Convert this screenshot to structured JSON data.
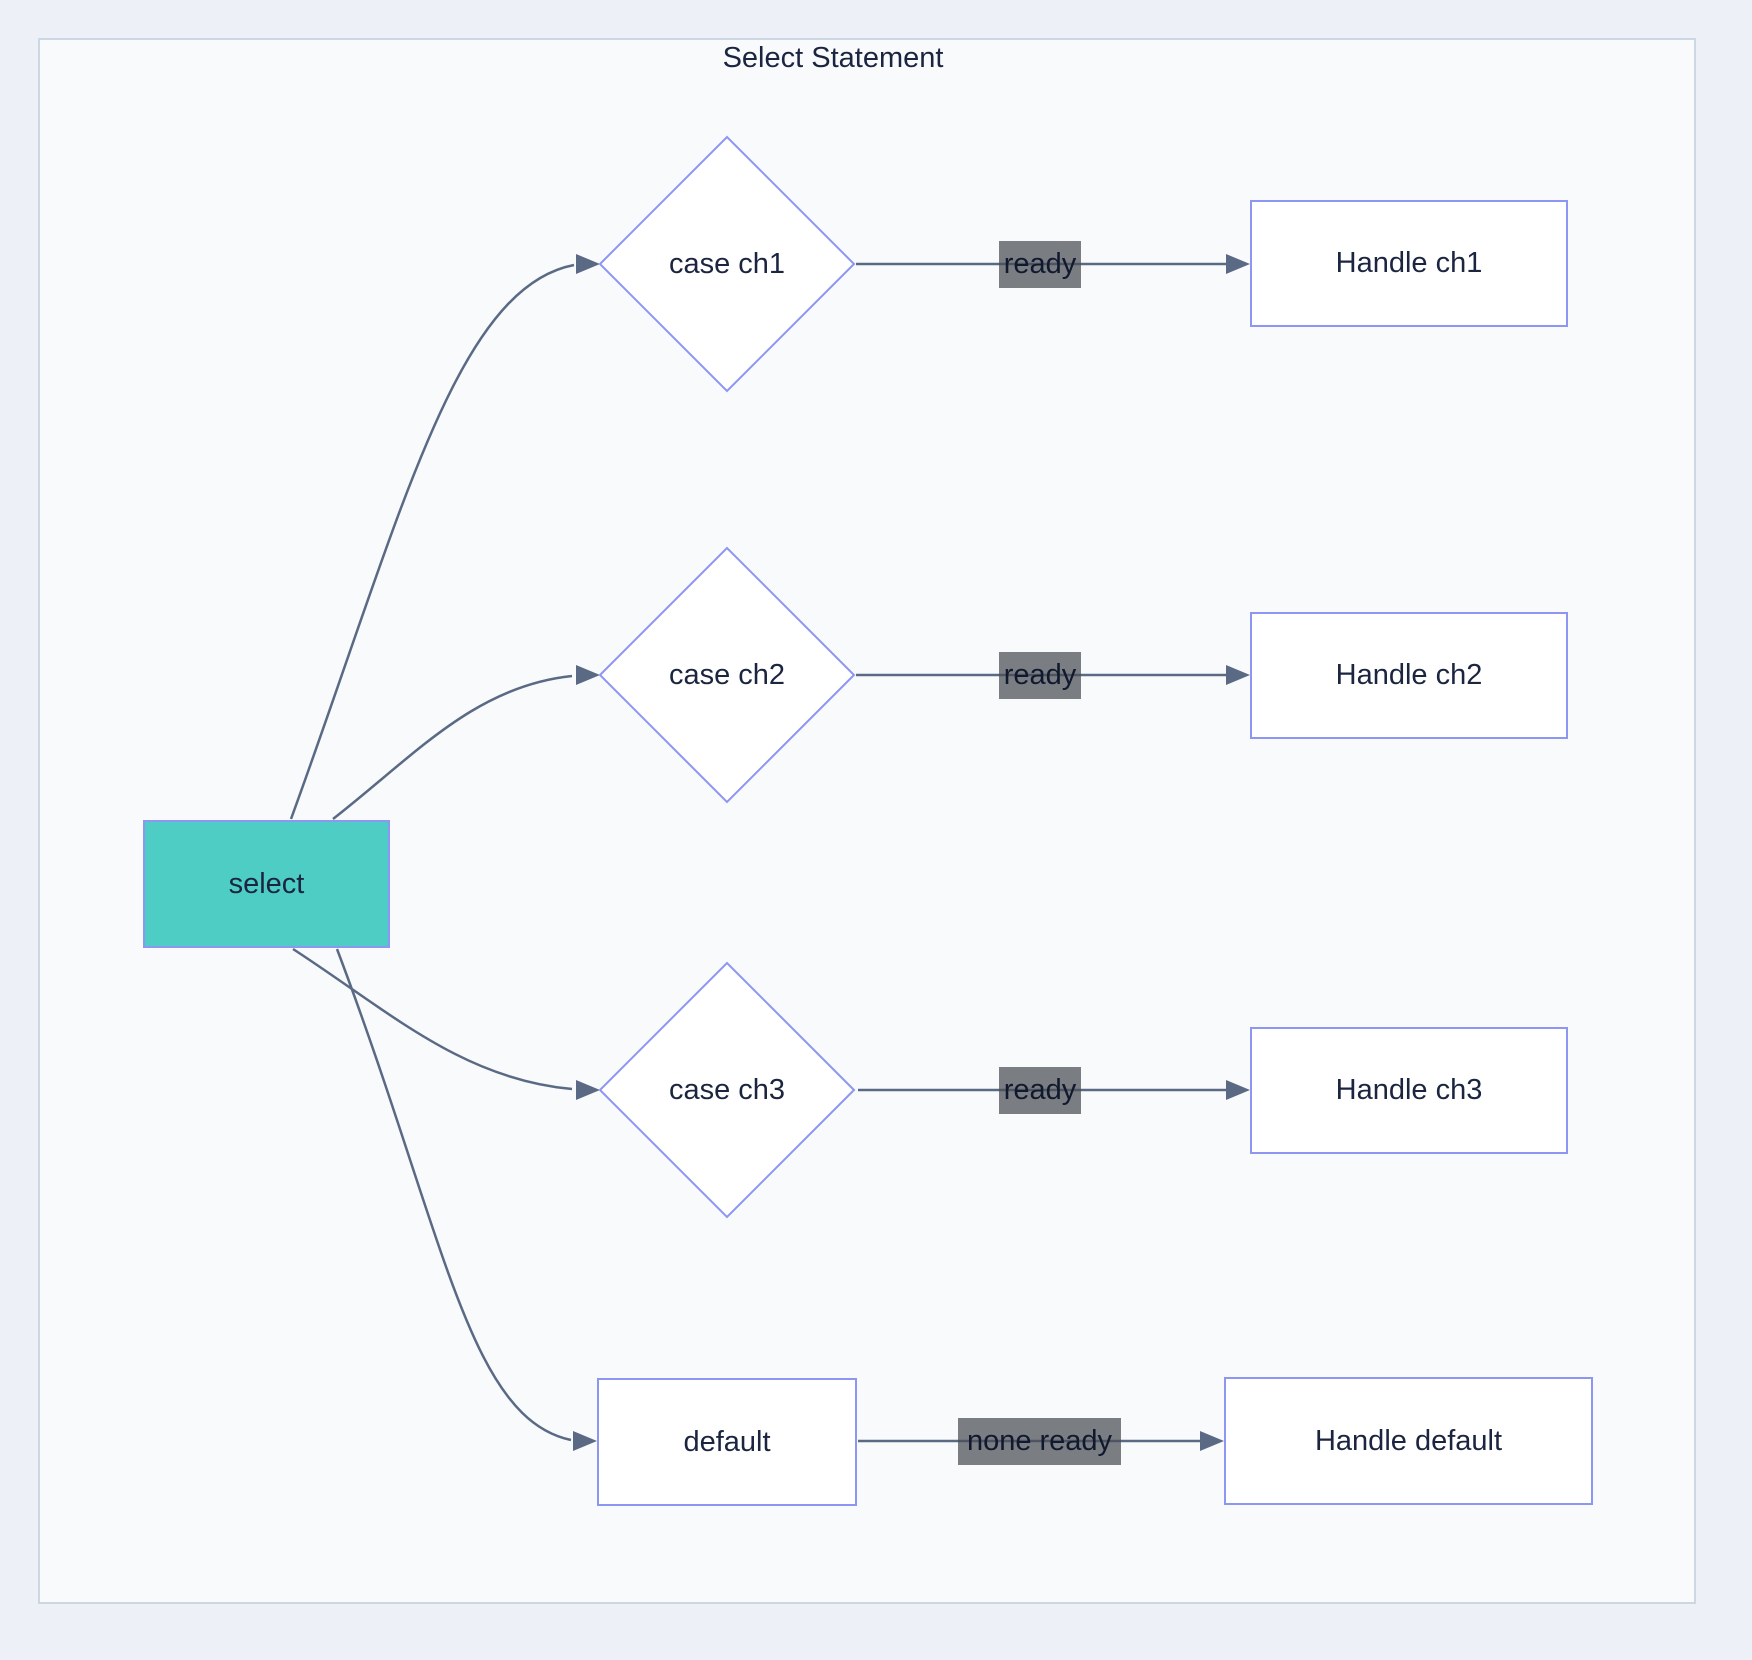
{
  "diagram": {
    "title": "Select Statement",
    "nodes": {
      "select": {
        "label": "select",
        "shape": "rect",
        "fill": "#4ecdc4"
      },
      "case_ch1": {
        "label": "case ch1",
        "shape": "diamond"
      },
      "case_ch2": {
        "label": "case ch2",
        "shape": "diamond"
      },
      "case_ch3": {
        "label": "case ch3",
        "shape": "diamond"
      },
      "default": {
        "label": "default",
        "shape": "rect"
      },
      "handle_ch1": {
        "label": "Handle ch1",
        "shape": "rect"
      },
      "handle_ch2": {
        "label": "Handle ch2",
        "shape": "rect"
      },
      "handle_ch3": {
        "label": "Handle ch3",
        "shape": "rect"
      },
      "handle_default": {
        "label": "Handle default",
        "shape": "rect"
      }
    },
    "edge_labels": {
      "case_ch1_to_handle": "ready",
      "case_ch2_to_handle": "ready",
      "case_ch3_to_handle": "ready",
      "default_to_handle": "none ready"
    },
    "colors": {
      "page_bg": "#edf1f7",
      "canvas_bg": "#f8fafc",
      "container_border": "#cdd6e3",
      "node_border": "#8d96f2",
      "select_fill": "#4ecdc4",
      "node_fill": "#ffffff",
      "edge_color": "#5a6a84",
      "text_color": "#1b2540",
      "label_bg": "rgba(73,76,83,0.72)",
      "label_text": "#10192e"
    }
  }
}
